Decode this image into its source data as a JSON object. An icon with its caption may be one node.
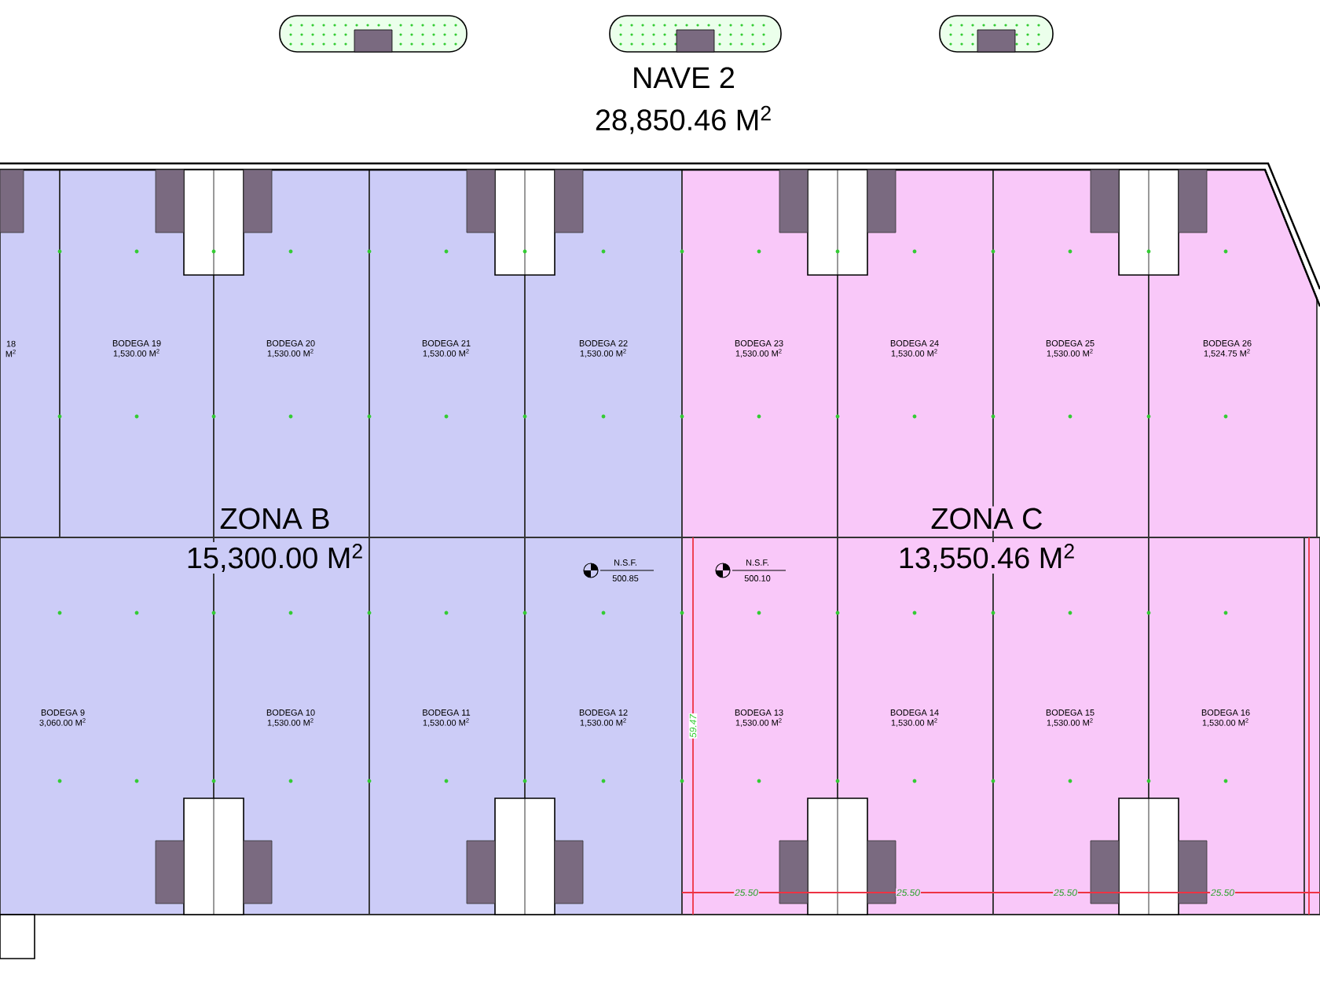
{
  "diagram": {
    "nodes": [
      {
        "text": [
          "NAVE 2",
          "28,850.46 M$^{2}$"
        ]
      },
      {
        "text": [
          "18",
          "M$^{2}$"
        ],
        "in": 0
      },
      {
        "text": [
          "BODEGA 19",
          "1,530.00 M$^{2}$"
        ],
        "in": 0
      },
      {
        "text": [
          "BODEGA 20",
          "1,530.00 M$^{2}$"
        ],
        "in": 0
      },
      {
        "text": [
          "BODEGA 21",
          "1,530.00 M$^{2}$"
        ],
        "in": 0
      },
      {
        "text": [
          "BODEGA 22",
          "1,530.00 M$^{2}$"
        ],
        "in": 0
      },
      {
        "text": [
          "BODEGA 23",
          "1,530.00 M$^{2}$"
        ],
        "in": 0
      },
      {
        "text": [
          "BODEGA 24",
          "1,530.00 M$^{2}$"
        ],
        "in": 0
      },
      {
        "text": [
          "BODEGA 25",
          "1,530.00 M$^{2}$"
        ],
        "in": 0
      },
      {
        "text": [
          "BODEGA 26",
          "1,524.75 M$^{2}$"
        ],
        "in": 0
      },
      {
        "text": [
          "BODEGA 9",
          "3,060.00 M$^{2}$"
        ],
        "in": 0
      },
      {
        "text": [
          "BODEGA 10",
          "1,530.00 M$^{2}$"
        ],
        "in": 0
      },
      {
        "text": [
          "BODEGA 11",
          "1,530.00 M$^{2}$"
        ],
        "in": 0
      },
      {
        "text": [
          "BODEGA 12",
          "1,530.00 M$^{2}$"
        ],
        "in": 0
      },
      {
        "text": [
          "BODEGA 13",
          "1,530.00 M$^{2}$"
        ],
        "in": 0
      },
      {
        "text": [
          "BODEGA 14",
          "1,530.00 M$^{2}$"
        ],
        "in": 0
      },
      {
        "text": [
          "BODEGA 15",
          "1,530.00 M$^{2}$"
        ],
        "in": 0
      },
      {
        "text": [
          "BODEGA 16",
          "1,530.00 M$^{2}$"
        ],
        "in": 0
      },
      {
        "text": [],
        "shape": "box",
        "in": 0
      }
    ],
    "labels": [
      "ZONA B",
      "15,300.00 M$^{2}$",
      "ZONA C",
      "13,550.46 M$^{2}$",
      "N.S.F.",
      "500.85",
      "N.S.F.",
      "500.10",
      "59.47",
      "25.50",
      "25.50",
      "25.50",
      "25.50"
    ]
  }
}
